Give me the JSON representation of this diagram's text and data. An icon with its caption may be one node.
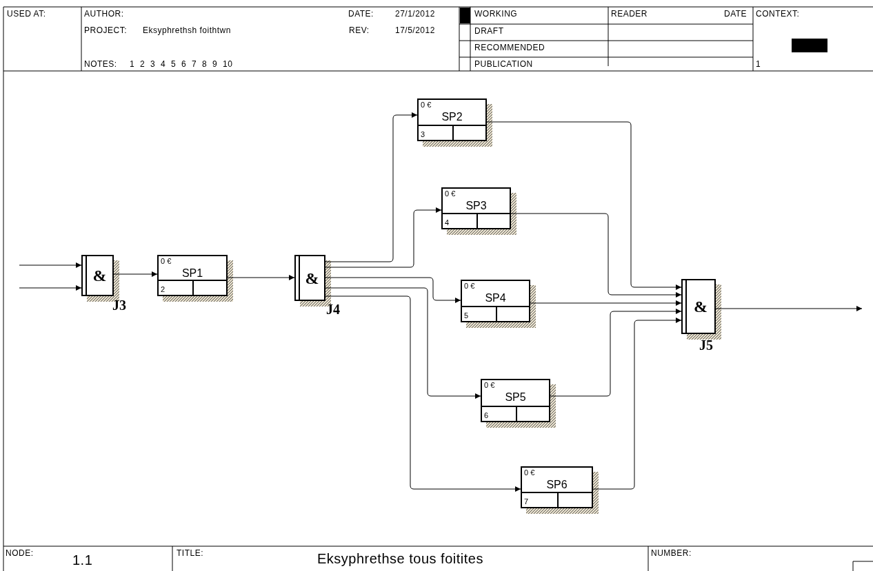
{
  "diagram": {
    "title": "Eksyphrethse tous foitites",
    "nodes": [
      {
        "text": [
          "&"
        ],
        "beside": [
          "J3"
        ]
      },
      {
        "text": [
          "0 €",
          "SP1",
          "2"
        ]
      },
      {
        "text": [
          "&"
        ],
        "beside": [
          "J4"
        ]
      },
      {
        "text": [
          "0 €",
          "SP2",
          "3"
        ]
      },
      {
        "text": [
          "0 €",
          "SP3",
          "4"
        ]
      },
      {
        "text": [
          "0 €",
          "SP4",
          "5"
        ]
      },
      {
        "text": [
          "0 €",
          "SP5",
          "6"
        ]
      },
      {
        "text": [
          "0 €",
          "SP6",
          "7"
        ]
      },
      {
        "text": [
          "&"
        ],
        "beside": [
          "J5"
        ]
      }
    ],
    "edges": [
      {
        "from": null,
        "to": 0,
        "arrow": "to"
      },
      {
        "from": null,
        "to": 0,
        "arrow": "to"
      },
      {
        "from": 0,
        "to": 1,
        "arrow": "to"
      },
      {
        "from": 1,
        "to": 2,
        "arrow": "to"
      },
      {
        "from": 2,
        "to": 3,
        "arrow": "to"
      },
      {
        "from": 2,
        "to": 4,
        "arrow": "to"
      },
      {
        "from": 2,
        "to": 5,
        "arrow": "to"
      },
      {
        "from": 2,
        "to": 6,
        "arrow": "to"
      },
      {
        "from": 2,
        "to": 7,
        "arrow": "to"
      },
      {
        "from": 3,
        "to": 8,
        "arrow": "to"
      },
      {
        "from": 4,
        "to": 8,
        "arrow": "to"
      },
      {
        "from": 5,
        "to": 8,
        "arrow": "to"
      },
      {
        "from": 6,
        "to": 8,
        "arrow": "to"
      },
      {
        "from": 7,
        "to": 8,
        "arrow": "to"
      },
      {
        "from": 8,
        "to": null,
        "arrow": "to"
      }
    ],
    "labels": [
      "USED AT:",
      "AUTHOR:",
      "PROJECT:",
      "Eksyphrethsh foithtwn",
      "NOTES:",
      "1 2 3 4 5 6 7 8 9 10",
      "DATE:",
      "27/1/2012",
      "REV:",
      "17/5/2012",
      "WORKING",
      "READER",
      "DATE",
      "CONTEXT:",
      "DRAFT",
      "RECOMMENDED",
      "PUBLICATION",
      "1",
      "NODE:",
      "1.1",
      "TITLE:",
      "NUMBER:"
    ]
  }
}
